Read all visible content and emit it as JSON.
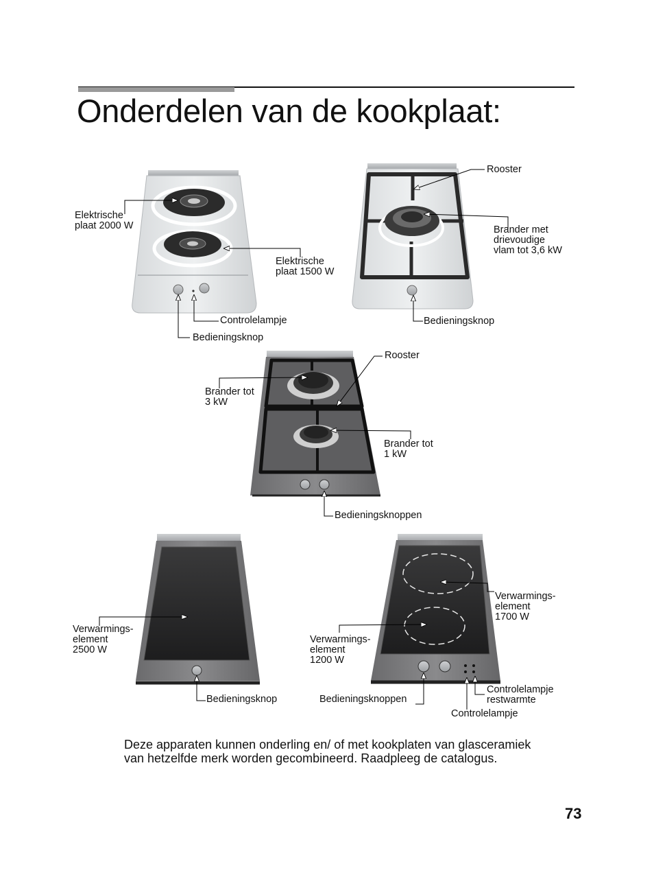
{
  "title": "Onderdelen van de kookplaat:",
  "labels": {
    "elec_plate_2000": "Elektrische\nplaat 2000 W",
    "elec_plate_1500": "Elektrische\nplaat 1500 W",
    "controlelampje_1": "Controlelampje",
    "bedieningsknop_1": "Bedieningsknop",
    "rooster_1": "Rooster",
    "brander_drievoudig": "Brander met\ndrievoudige\nvlam tot 3,6 kW",
    "bedieningsknop_2": "Bedieningsknop",
    "rooster_2": "Rooster",
    "brander_3kw": "Brander tot\n3 kW",
    "brander_1kw": "Brander tot\n1 kW",
    "bedieningsknoppen_1": "Bedieningsknoppen",
    "verwarmings_2500": "Verwarmings-\nelement\n2500 W",
    "bedieningsknop_3": "Bedieningsknop",
    "verwarmings_1200": "Verwarmings-\nelement\n1200 W",
    "verwarmings_1700": "Verwarmings-\nelement\n1700 W",
    "bedieningsknoppen_2": "Bedieningsknoppen",
    "controlelampje_restwarmte": "Controlelampje\nrestwarmte",
    "controlelampje_2": "Controlelampje"
  },
  "description": "Deze apparaten kunnen onderling en/ of met kookplaten van glasceramiek van hetzelfde merk worden gecombineerd. Raadpleeg de catalogus.",
  "page_number": "73"
}
